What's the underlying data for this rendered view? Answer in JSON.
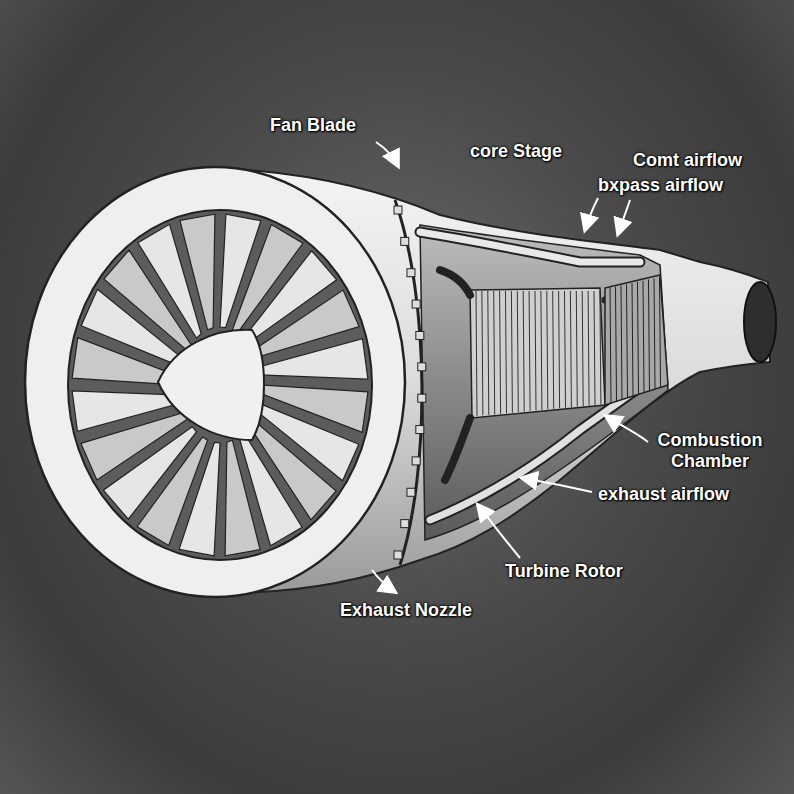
{
  "diagram": {
    "labels": [
      "Fan Blade",
      "core Stage",
      "Comt airflow",
      "bxpass airflow",
      "Combustion Chamber",
      "exhaust airflow",
      "Turbine Rotor",
      "Exhaust Nozzle"
    ]
  }
}
